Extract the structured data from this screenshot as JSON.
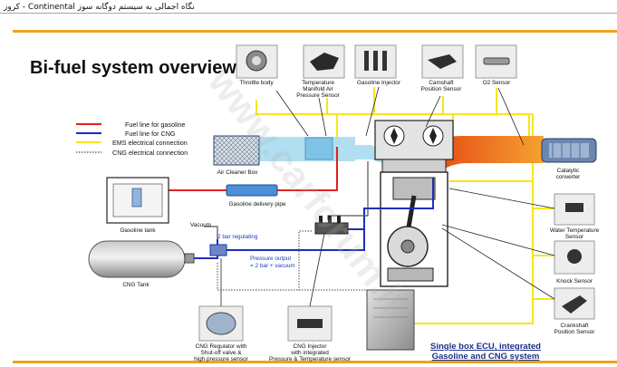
{
  "page_title": "نگاه اجمالی به سیستم دوگانه سوز Continental - کروز",
  "heading": "Bi-fuel system overview",
  "legend": [
    {
      "label": "Fuel line for gasoline",
      "color": "#e02020",
      "style": "solid"
    },
    {
      "label": "Fuel line for CNG",
      "color": "#1b2fb8",
      "style": "solid"
    },
    {
      "label": "EMS electrical connection",
      "color": "#f5e61c",
      "style": "solid"
    },
    {
      "label": "CNG electrical connection",
      "color": "#666666",
      "style": "dotted"
    }
  ],
  "components": {
    "throttle_body": "Throttle body",
    "tmap_sensor": [
      "Temperature",
      "Manifold Air",
      "Pressure Sensor"
    ],
    "gasoline_injector": "Gasoline Injector",
    "camshaft_sensor": [
      "Camshaft",
      "Position Sensor"
    ],
    "o2_sensor": "O2 Sensor",
    "air_cleaner": "Air Cleaner Box",
    "catalytic": [
      "Catalytic",
      "converter"
    ],
    "delivery_pipe": "Gasoline delivery pipe",
    "gasoline_tank": "Gasoline tank",
    "vacuum": "Vacuum",
    "regulating": "2 bar regulating",
    "pressure_output": [
      "Pressure output",
      "= 2 bar + vacuum"
    ],
    "cng_tank": "CNG Tank",
    "water_temp_sensor": [
      "Water Temperature",
      "Sensor"
    ],
    "knock_sensor": "Knock Sensor",
    "crankshaft_sensor": [
      "Crankshaft",
      "Position Sensor"
    ],
    "cng_regulator": [
      "CNG Regulator with",
      "Shut-off valve &",
      "high pressure sensor"
    ],
    "cng_injector": [
      "CNG Injector",
      "with integrated",
      "Pressure & Temperature sensor"
    ],
    "ecu": [
      "Single box ECU, integrated",
      "Gasoline and CNG system"
    ]
  },
  "watermark": "www.carforum.ir",
  "colors": {
    "accent_orange": "#f0a21a",
    "gasoline": "#e02020",
    "cng": "#1b2fb8",
    "ems": "#f5e61c",
    "intake": "#a8dcf0",
    "exhaust": "#f0751a"
  }
}
